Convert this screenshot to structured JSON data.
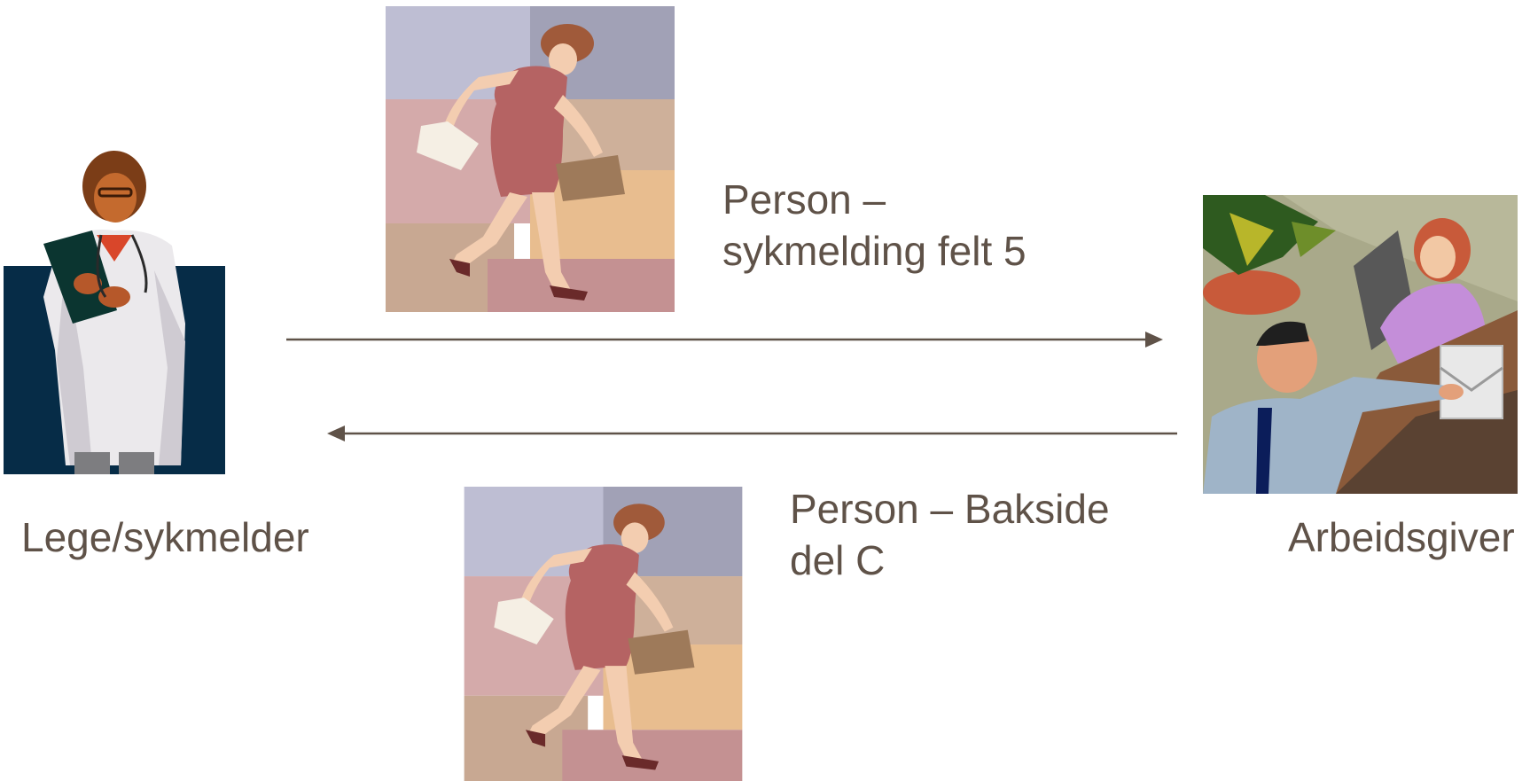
{
  "slide": {
    "nodes": {
      "doctor": {
        "label": "Lege/sykmelder",
        "icon": "doctor-clipart"
      },
      "employer": {
        "label": "Arbeidsgiver",
        "icon": "office-meeting-clipart"
      }
    },
    "messages": [
      {
        "line1": "Person –",
        "line2": "sykmelding felt 5",
        "direction": "doctor-to-employer",
        "icon": "walking-woman-clipart"
      },
      {
        "line1": "Person – Bakside",
        "line2": "del C",
        "direction": "employer-to-doctor",
        "icon": "walking-woman-clipart"
      }
    ],
    "colors": {
      "text": "#5f5248",
      "arrow": "#5f5248",
      "doctor_panel": "#062c47"
    }
  }
}
